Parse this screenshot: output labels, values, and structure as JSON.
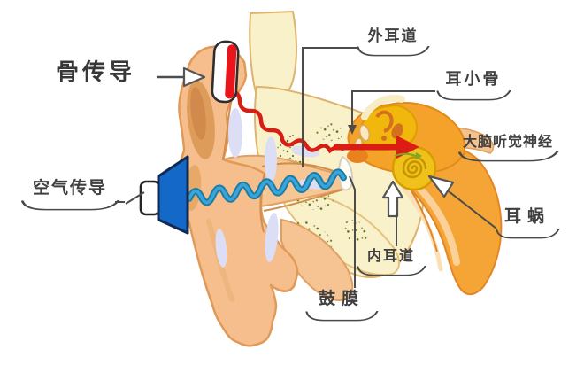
{
  "labels": {
    "bone_conduction": "骨传导",
    "air_conduction": "空气传导",
    "external_canal": "外耳道",
    "ossicles": "耳小骨",
    "brain_nerve": "大脑听觉神经",
    "cochlea": "耳蜗",
    "internal_canal": "内耳道",
    "eardrum": "鼓膜"
  },
  "icons": {
    "air_source": "speaker-icon",
    "bone_source": "bone-conduction-device-icon",
    "bone_wave": "red-sound-wave-icon",
    "air_wave": "blue-sound-wave-icon",
    "nerve_direction": "red-arrow-icon"
  },
  "colors": {
    "bone_wave_red": "#DC1D15",
    "air_wave_blue": "#2E9BC8",
    "speaker_blue": "#1468C8",
    "device_red": "#E8151C",
    "skin": "#F5BE8C",
    "bone_cream": "#F8F1CA",
    "inner_ear_gold": "#EFC11A",
    "tissue_orange": "#F5A535",
    "label_text": "#3F3F3F"
  }
}
